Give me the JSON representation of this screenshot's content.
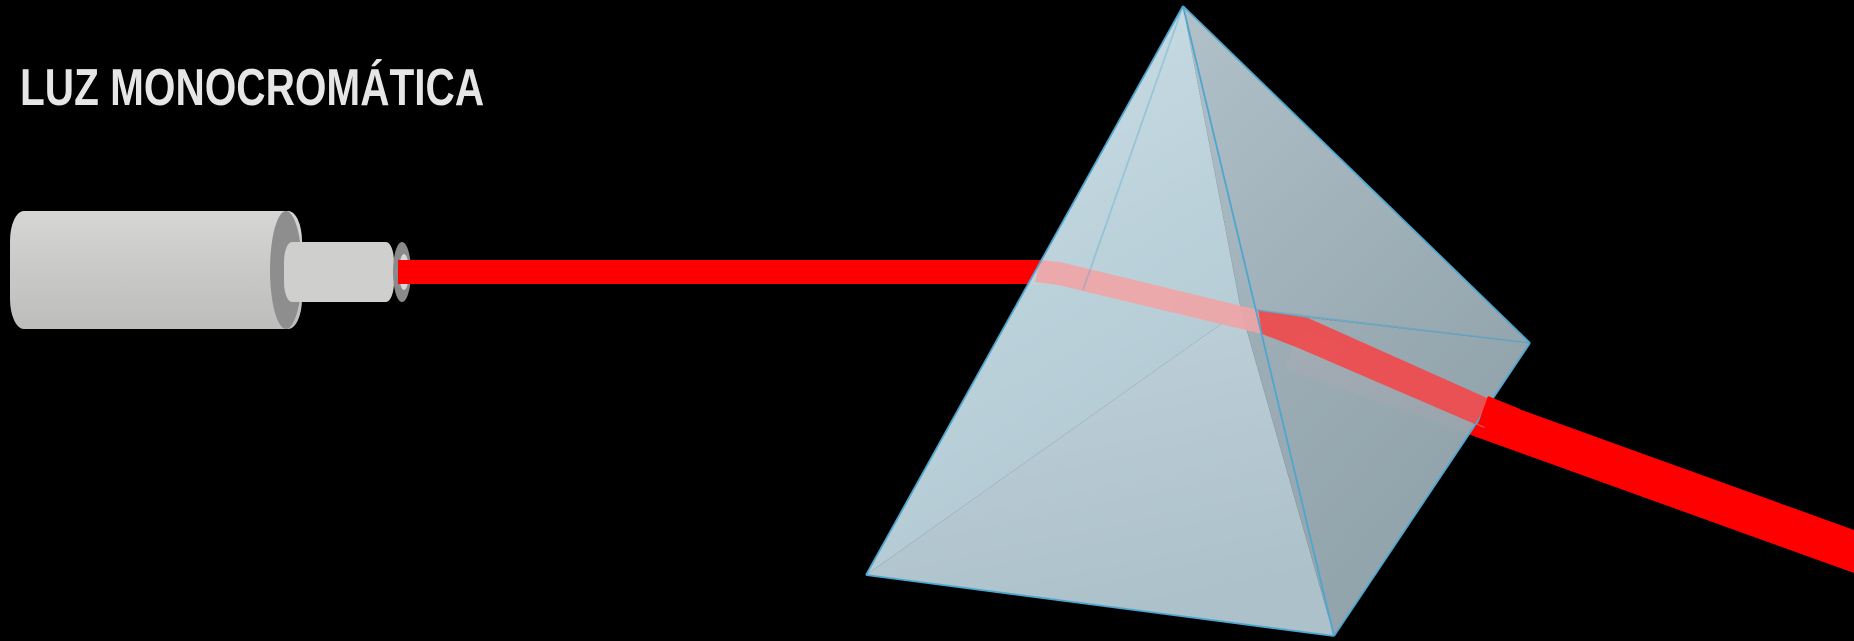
{
  "title": "LUZ MONOCROMÁTICA",
  "colors": {
    "background": "#000000",
    "title_text": "#e6e6e6",
    "beam": "#ff0000",
    "laser_body": "#c8c8c6",
    "laser_shadow": "#8e8e8e",
    "prism_face_light": "#c7dde6",
    "prism_face_dark": "#9fb1ba",
    "prism_edge": "#4da3cc"
  },
  "objects": {
    "light_source": "laser-emitter",
    "beam": "monochromatic-red-beam",
    "prism": "glass-pyramid-prism"
  }
}
